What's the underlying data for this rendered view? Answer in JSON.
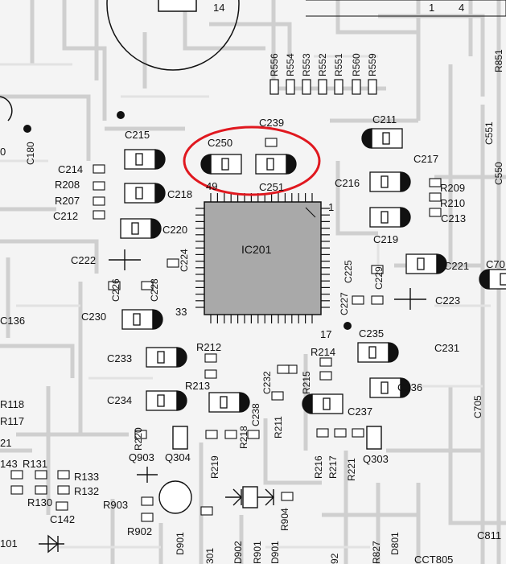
{
  "colors": {
    "paper": "#f4f4f4",
    "trace": "#cfcfcf",
    "ink": "#111111",
    "highlight": "#e0181f",
    "chip": "#a9a9a9"
  },
  "chip": {
    "label": "IC201",
    "pin1": "1",
    "pin17": "17",
    "pin33": "33",
    "pin49": "49"
  },
  "header_numbers": {
    "n14": "14",
    "n1": "1",
    "n4": "4"
  },
  "resistor_row": [
    "R556",
    "R554",
    "R553",
    "R552",
    "R551",
    "R560",
    "R559",
    "R851"
  ],
  "highlighted": {
    "c250": "C250",
    "c251": "C251",
    "c239": "C239"
  },
  "caps_left": {
    "c215": "C215",
    "c218": "C218",
    "c220": "C220",
    "c222": "C222",
    "c224": "C224",
    "c226": "C226",
    "c228": "C228",
    "c230": "C230",
    "c233": "C233",
    "c234": "C234",
    "c214": "C214",
    "c212": "C212",
    "c180": "C180",
    "c136": "C136"
  },
  "caps_right": {
    "c211": "C211",
    "c217": "C217",
    "c216": "C216",
    "c213": "C213",
    "c219": "C219",
    "c221": "C221",
    "c223": "C223",
    "c225": "C225",
    "c227": "C227",
    "c229": "C229",
    "c235": "C235",
    "c231": "C231",
    "c236": "C236",
    "c237": "C237",
    "c550": "C550",
    "c551": "C551",
    "c70": "C70",
    "c705": "C705",
    "c811": "C811"
  },
  "resistors": {
    "r208": "R208",
    "r207": "R207",
    "r209": "R209",
    "r210": "R210",
    "r212": "R212",
    "r213": "R213",
    "r214": "R214",
    "r215": "R215",
    "r211": "R211",
    "c232": "C232",
    "c238": "C238",
    "r218": "R218",
    "r219": "R219",
    "r220": "R220",
    "r216": "R216",
    "r217": "R217",
    "r221": "R221",
    "r118": "R118",
    "r117": "R117",
    "r131": "R131",
    "n143": "143",
    "r133": "R133",
    "r132": "R132",
    "r130": "R130",
    "c142": "C142",
    "r903": "R903",
    "r902": "R902",
    "r904": "R904",
    "r901": "R901",
    "r827": "R827"
  },
  "semis": {
    "q903": "Q903",
    "q304": "Q304",
    "q303": "Q303",
    "d901a": "D901",
    "d902": "D902",
    "d901": "D901",
    "d801": "D801",
    "n301": "301",
    "n92": "92",
    "n101": "101",
    "n21": "21",
    "n0": "0",
    "cct805": "CCT805"
  }
}
